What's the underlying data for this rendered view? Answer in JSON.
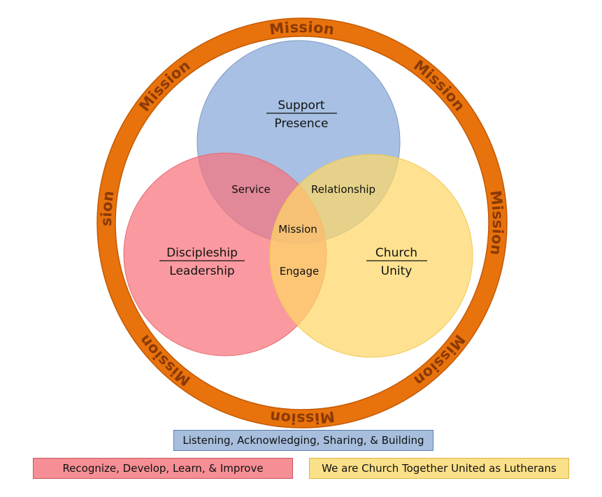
{
  "ring": {
    "word": "Mission",
    "color": "#e8720c",
    "text_color": "#8a3a06"
  },
  "circles": {
    "top": {
      "line1": "Support",
      "line2": "Presence",
      "color": "#8eaedb"
    },
    "left": {
      "line1": "Discipleship",
      "line2": "Leadership",
      "color": "#f8737c"
    },
    "right": {
      "line1": "Church",
      "line2": "Unity",
      "color": "#fdd766"
    }
  },
  "overlaps": {
    "top_left": "Service",
    "top_right": "Relationship",
    "center": "Mission",
    "left_right": "Engage"
  },
  "legend": {
    "blue": "Listening, Acknowledging, Sharing, & Building",
    "red": "Recognize, Develop, Learn, & Improve",
    "yellow": "We are Church Together United as Lutherans"
  }
}
